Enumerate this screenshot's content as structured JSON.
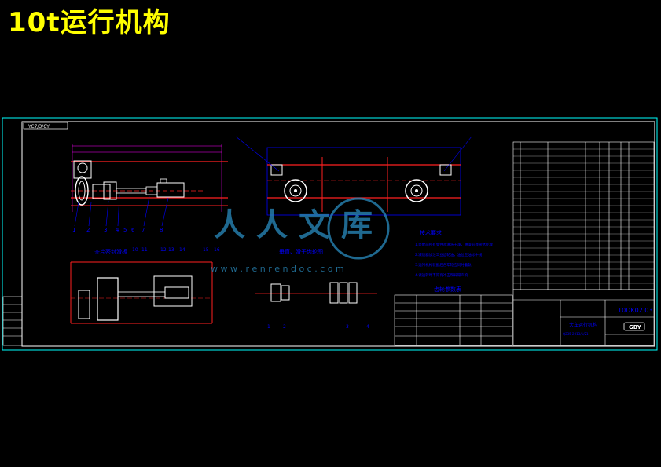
{
  "page_title": "10t运行机构",
  "colors": {
    "background": "#000000",
    "title": "#ffff00",
    "frame": "#00ffff",
    "border": "#ffffff",
    "rails": "#ff2020",
    "blueprint": "#0000ff",
    "dimension": "#ff00ff",
    "watermark": "#2a8cc0"
  },
  "drawing": {
    "corner_tag": "YC7/3/CY",
    "view_label_left": "齐片密封滑板",
    "view_label_mid": "垂直、滑子齿轮图",
    "view_label_table": "齿轮参数表",
    "notes_title": "技术要求",
    "notes": [
      "1.装配前所有零件须清洗干净，油漆前须除锈处理",
      "2.减速器加注工业齿轮油，油位至油标中线",
      "3.运行机构装配后各车轮应同时着轨",
      "4.试运转时不得有冲击和异常声响"
    ],
    "drawing_number": "10DK02.03",
    "drawing_name": "大车运行机构",
    "material_line": "Q235 2013/1/21",
    "logo": "GBY",
    "watermark_text": "人人文库",
    "watermark_url": "w w w . r e n r e n d o c . c o m",
    "callouts_left": [
      "1",
      "2",
      "3",
      "4",
      "5",
      "6",
      "7",
      "8"
    ],
    "callouts_mid": [
      "1",
      "2",
      "3",
      "4"
    ],
    "callouts_box": [
      "10",
      "11",
      "12",
      "13",
      "14",
      "15",
      "16"
    ]
  },
  "icons": {
    "watermark_logo": "renrendoc-watermark",
    "company_logo": "gby-logo"
  }
}
